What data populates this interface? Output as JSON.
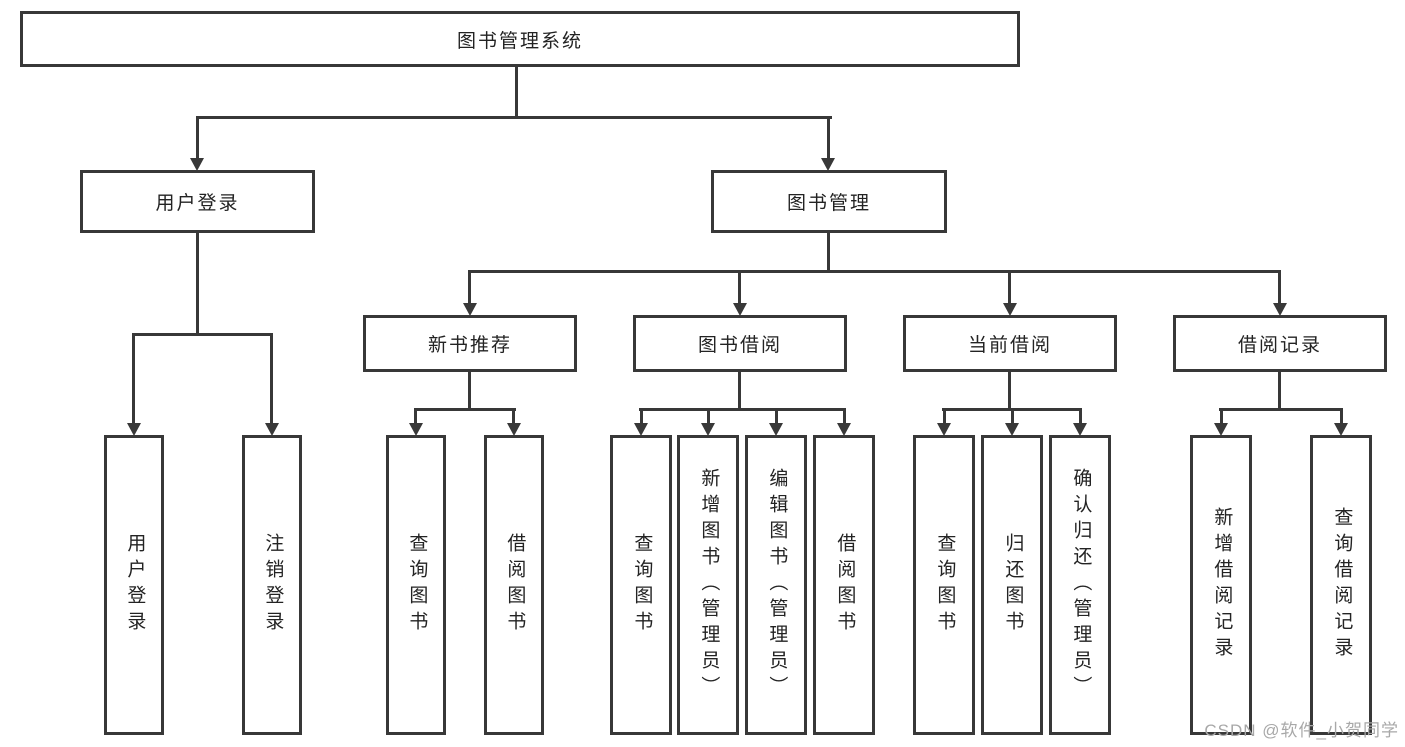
{
  "page": {
    "background": "#ffffff"
  },
  "tree": {
    "root": {
      "label": "图书管理系统"
    },
    "branches": [
      {
        "label": "用户登录",
        "leaves": [
          {
            "label": "用户登录"
          },
          {
            "label": "注销登录"
          }
        ]
      },
      {
        "label": "图书管理",
        "groups": [
          {
            "label": "新书推荐",
            "leaves": [
              {
                "label": "查询图书"
              },
              {
                "label": "借阅图书"
              }
            ]
          },
          {
            "label": "图书借阅",
            "leaves": [
              {
                "label": "查询图书"
              },
              {
                "label": "新增图书（管理员）"
              },
              {
                "label": "编辑图书（管理员）"
              },
              {
                "label": "借阅图书"
              }
            ]
          },
          {
            "label": "当前借阅",
            "leaves": [
              {
                "label": "查询图书"
              },
              {
                "label": "归还图书"
              },
              {
                "label": "确认归还（管理员）"
              }
            ]
          },
          {
            "label": "借阅记录",
            "leaves": [
              {
                "label": "新增借阅记录"
              },
              {
                "label": "查询借阅记录"
              }
            ]
          }
        ]
      }
    ]
  },
  "watermark": {
    "text": "CSDN @软件_小贺同学"
  },
  "colors": {
    "line": "#383838",
    "box_border": "#383838",
    "text": "#232323",
    "watermark": "#a8a8a8"
  }
}
